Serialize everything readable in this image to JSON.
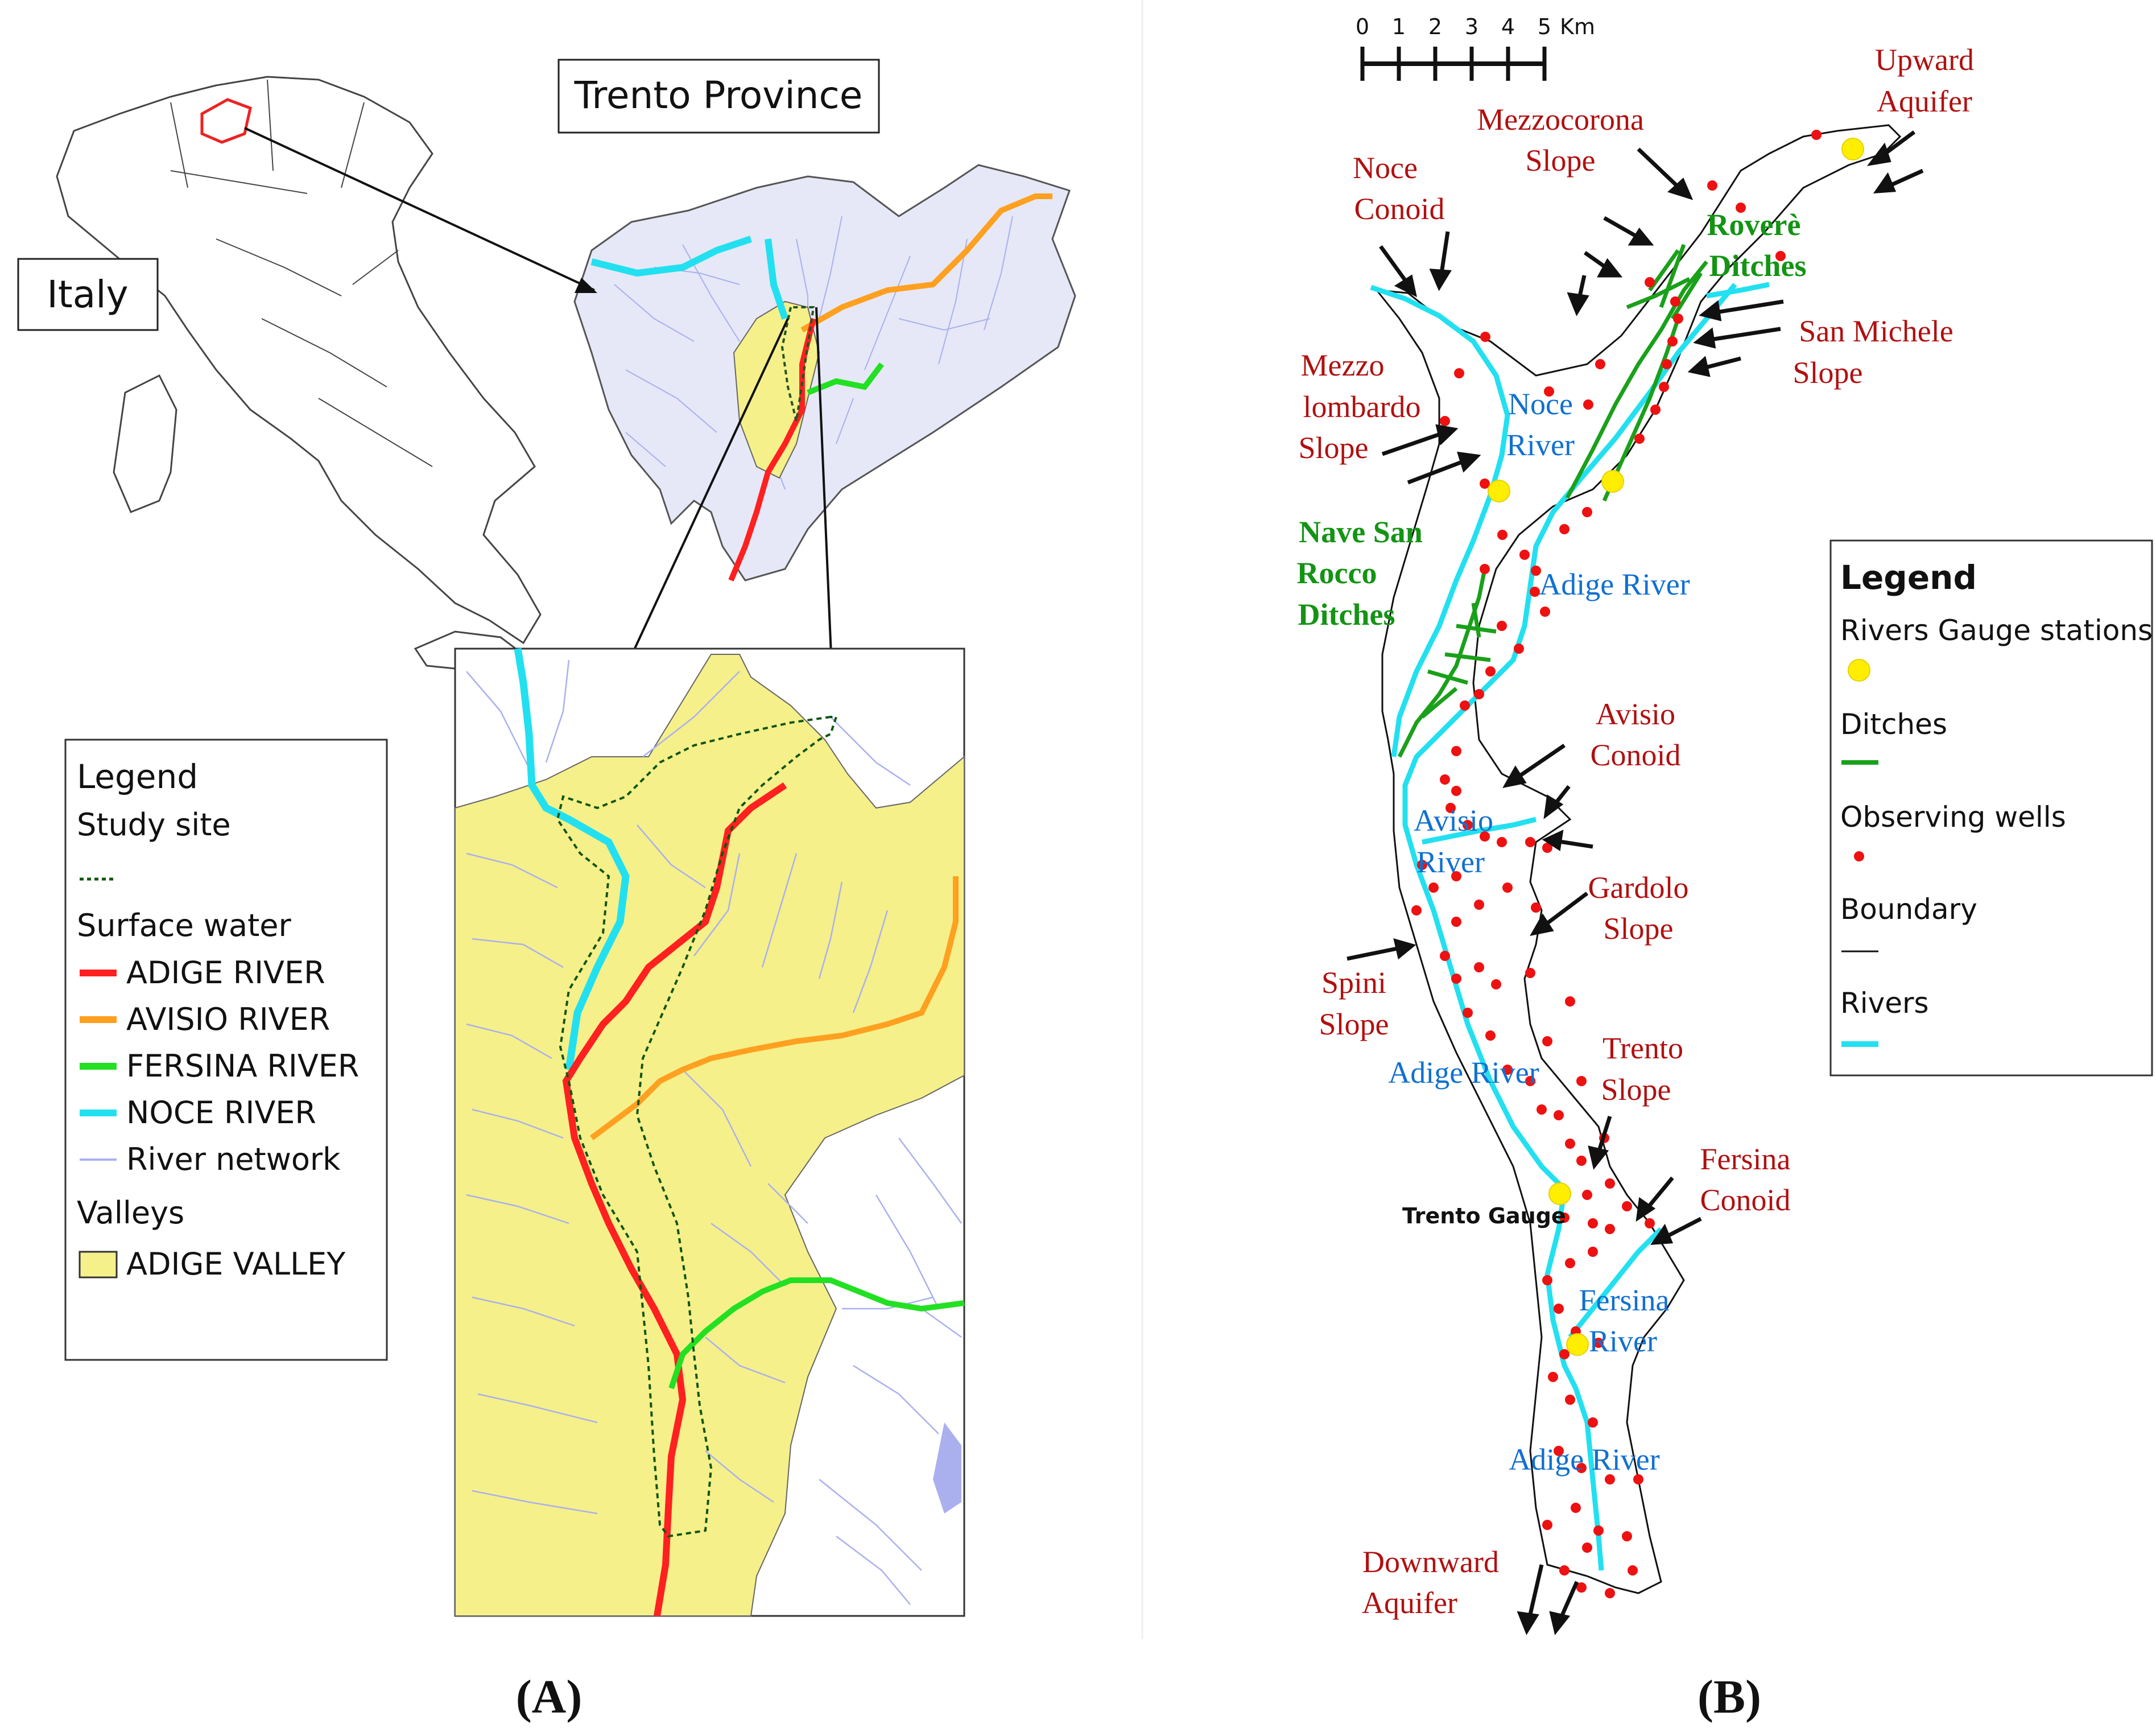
{
  "panel_a": {
    "caption": "(A)",
    "italy_label": "Italy",
    "trento_label": "Trento Province",
    "legend": {
      "title": "Legend",
      "study_site": "Study site",
      "surface_water": "Surface water",
      "adige": "ADIGE RIVER",
      "avisio": "AVISIO RIVER",
      "fersina": "FERSINA RIVER",
      "noce": "NOCE RIVER",
      "network": "River network",
      "valleys": "Valleys",
      "adige_valley": "ADIGE VALLEY"
    }
  },
  "panel_b": {
    "caption": "(B)",
    "scale": {
      "ticks": [
        "0",
        "1",
        "2",
        "3",
        "4",
        "5"
      ],
      "unit": "Km"
    },
    "labels": {
      "upward_1": "Upward",
      "upward_2": "Aquifer",
      "mezzocorona_1": "Mezzocorona",
      "mezzocorona_2": "Slope",
      "noce_conoid_1": "Noce",
      "noce_conoid_2": "Conoid",
      "rovere_1": "Roverè",
      "rovere_2": "Ditches",
      "san_michele_1": "San Michele",
      "san_michele_2": "Slope",
      "mezzo_1": "Mezzo",
      "mezzo_2": "lombardo",
      "mezzo_3": "Slope",
      "noce_river_1": "Noce",
      "noce_river_2": "River",
      "nave_1": "Nave San",
      "nave_2": "Rocco",
      "nave_3": "Ditches",
      "adige_river_1": "Adige River",
      "avisio_conoid_1": "Avisio",
      "avisio_conoid_2": "Conoid",
      "avisio_river_1": "Avisio",
      "avisio_river_2": "River",
      "gardolo_1": "Gardolo",
      "gardolo_2": "Slope",
      "spini_1": "Spini",
      "spini_2": "Slope",
      "adige_river_2": "Adige River",
      "trento_slope_1": "Trento",
      "trento_slope_2": "Slope",
      "fersina_conoid_1": "Fersina",
      "fersina_conoid_2": "Conoid",
      "trento_gauge": "Trento Gauge",
      "fersina_river_1": "Fersina",
      "fersina_river_2": "River",
      "adige_river_3": "Adige River",
      "downward_1": "Downward",
      "downward_2": "Aquifer"
    },
    "legend": {
      "title": "Legend",
      "gauge": "Rivers Gauge stations",
      "ditches": "Ditches",
      "wells": "Observing wells",
      "boundary": "Boundary",
      "rivers": "Rivers"
    }
  },
  "colors": {
    "adige": "#ff2020",
    "avisio": "#ffa020",
    "fersina": "#22e022",
    "noce": "#22e0f0",
    "network": "#aab0ee",
    "valley": "#f5f08a",
    "province_fill": "#e6e8f7",
    "ditch": "#1aa01a",
    "well": "#ee1111",
    "gauge": "#ffee00",
    "label_red": "#b01010",
    "label_blue": "#1070d0",
    "label_green": "#149414"
  }
}
